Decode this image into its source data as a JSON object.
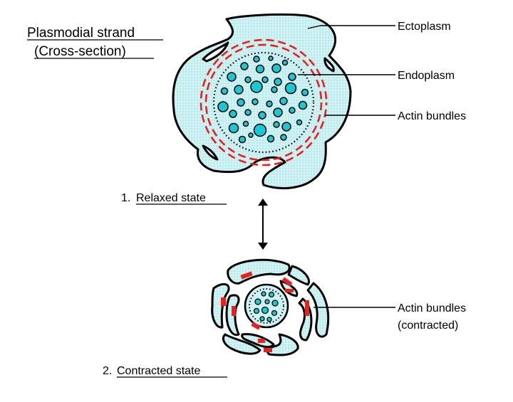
{
  "title": {
    "line1": "Plasmodial strand",
    "line2": "(Cross-section)"
  },
  "labels": {
    "ectoplasm": "Ectoplasm",
    "endoplasm": "Endoplasm",
    "actin_bundles": "Actin bundles",
    "actin_contracted_line1": "Actin bundles",
    "actin_contracted_line2": "(contracted)"
  },
  "states": {
    "relaxed_number": "1.",
    "relaxed": "Relaxed state",
    "contracted_number": "2.",
    "contracted": "Contracted state"
  },
  "colors": {
    "cytoplasm": "#cdf3f5",
    "granule": "#19c8d2",
    "actin": "#e8201e",
    "outline": "#000000"
  }
}
